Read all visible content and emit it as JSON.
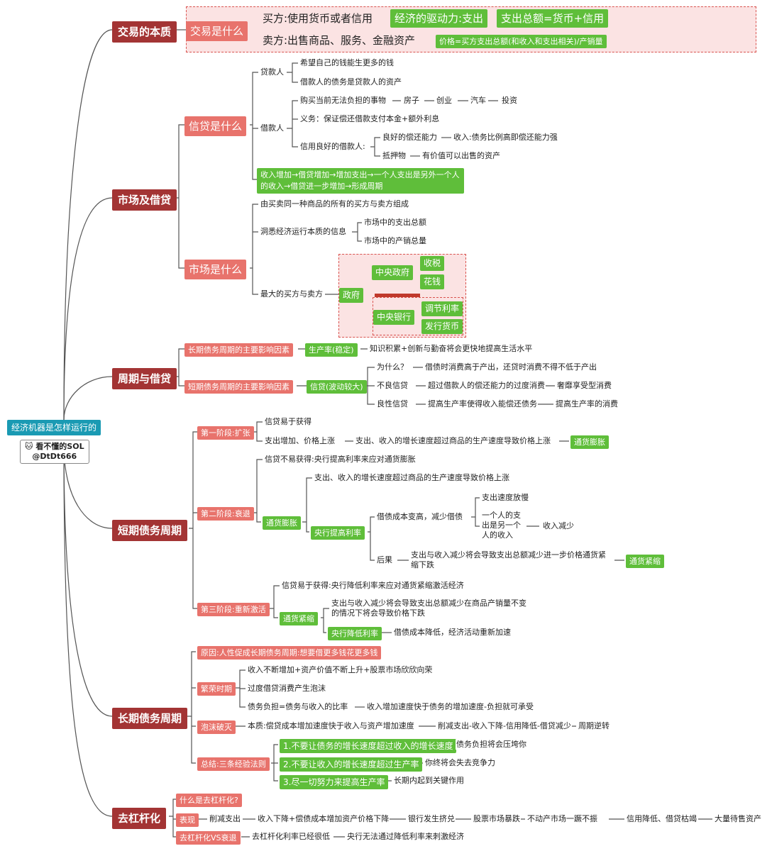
{
  "root": {
    "title": "经济机器是怎样运行的",
    "author_line1": "看不懂的SOL",
    "author_line2": "@DtDt666",
    "author_icon": "cat-icon"
  },
  "nature": {
    "title": "交易的本质",
    "what": "交易是什么",
    "buyer": "买方:使用货币或者信用",
    "driver": "经济的驱动力:支出",
    "spending_total": "支出总额=货币+信用",
    "seller": "卖方:出售商品、服务、金融资产",
    "price": "价格=买方支出总额(和收入和支出相关)/产销量"
  },
  "market_credit": {
    "title": "市场及借贷",
    "credit": {
      "title": "信贷是什么",
      "lender": "贷款人",
      "lender_1": "希望自己的钱能生更多的钱",
      "lender_2": "借款人的债务是贷款人的资产",
      "borrower": "借款人",
      "buy": "购买当前无法负担的事物",
      "buy_items": [
        "房子",
        "创业",
        "汽车",
        "投资"
      ],
      "duty": "义务：保证偿还借款支付本金+额外利息",
      "good_borrower": "信用良好的借款人:",
      "repay": "良好的偿还能力",
      "repay_detail": "收入:债务比例高即偿还能力强",
      "collateral": "抵押物",
      "collateral_detail": "有价值可以出售的资产",
      "cycle": "收入增加→借贷增加→增加支出→一个人支出是另外一个人的收入→借贷进一步增加→形成周期"
    },
    "market": {
      "title": "市场是什么",
      "m1": "由买卖同一种商品的所有的买方与卖方组成",
      "m2": "洞悉经济运行本质的信息",
      "m2a": "市场中的支出总额",
      "m2b": "市场中的产销总量",
      "m3": "最大的买方与卖方",
      "gov": "政府",
      "central_gov": "中央政府",
      "tax": "收税",
      "spend": "花钱",
      "central_bank": "中央银行",
      "rate": "调节利率",
      "issue": "发行货币"
    }
  },
  "cycle_credit": {
    "title": "周期与借贷",
    "long": "长期债务周期的主要影响因素",
    "productivity": "生产率(稳定)",
    "productivity_detail": "知识积累+创新与勤奋将会更快地提高生活水平",
    "short": "短期债务周期的主要影响因素",
    "credit_vol": "信贷(波动较大)",
    "why": "为什么？",
    "why_detail": "借债时消费高于产出，还贷时消费不得不低于产出",
    "bad": "不良信贷",
    "bad_1": "超过借款人的偿还能力的过度消费",
    "bad_2": "奢靡享受型消费",
    "good": "良性信贷",
    "good_1": "提高生产率使得收入能偿还债务",
    "good_2": "提高生产率的消费"
  },
  "short_cycle": {
    "title": "短期债务周期",
    "s1": "第一阶段:扩张",
    "s1a": "信贷易于获得",
    "s1b": "支出增加、价格上涨",
    "s1b_detail": "支出、收入的增长速度超过商品的生产速度导致价格上涨",
    "inflation": "通货膨胀",
    "s2": "第二阶段:衰退",
    "s2a": "信贷不易获得:央行提高利率来应对通货膨胀",
    "s2_inflation": "通货膨胀",
    "s2b": "支出、收入的增长速度超过商品的生产速度导致价格上涨",
    "raise": "央行提高利率",
    "cost": "借债成本变高，减少借债",
    "cost_a": "支出速度放慢",
    "cost_b1": "一个人的支",
    "cost_b2": "出是另一个",
    "cost_b3": "人的收入",
    "cost_c": "收入减少",
    "result": "后果",
    "result_1": "支出与收入减少将会导致支出总额减少进一步价格通货紧",
    "result_2": "缩下跌",
    "deflation": "通货紧缩",
    "s3": "第三阶段:重新激活",
    "s3a": "信贷易于获得:央行降低利率来应对通货紧缩激活经济",
    "s3_deflation": "通货紧缩",
    "s3b_1": "支出与收入减少将会导致支出总额减少在商品产销量不变",
    "s3b_2": "的情况下将会导致价格下跌",
    "lower": "央行降低利率",
    "lower_detail": "借债成本降低，经济活动重新加速"
  },
  "long_cycle": {
    "title": "长期债务周期",
    "cause": "原因:人性促成长期债务周期:想要借更多钱花更多钱",
    "boom": "繁荣时期",
    "boom_1": "收入不断增加+资产价值不断上升+股票市场欣欣向荣",
    "boom_2": "过度借贷消费产生泡沫",
    "boom_3": "债务负担=债务与收入的比率",
    "boom_3a": "收入增加速度快于债务的增加速度-负担就可承受",
    "burst": "泡沫破灭",
    "burst_1": "本质:偿贷成本增加速度快于收入与资产增加速度",
    "burst_2": "削减支出-收入下降-信用降低-借贷减少",
    "burst_3": "周期逆转",
    "summary": "总结:三条经验法则",
    "rule1": "1.不要让债务的增长速度超过收入的增长速度",
    "rule1a": "债务负担将会压垮你",
    "rule2": "2.不要让收入的增长速度超过生产率",
    "rule2a": "你终将会失去竞争力",
    "rule3": "3.尽一切努力来提高生产率",
    "rule3a": "长期内起到关键作用"
  },
  "deleverage": {
    "title": "去杠杆化",
    "what": "什么是去杠杆化?",
    "show": "表现",
    "show_items": [
      "削减支出",
      "收入下降+偿债成本增加资产价格下降",
      "银行发生挤兑",
      "股票市场暴跌",
      "不动产市场一蹶不振",
      "信用降低、借贷枯竭",
      "大量待售资产"
    ],
    "vs": "去杠杆化VS衰退",
    "vs_1": "去杠杆化利率已经很低",
    "vs_2": "央行无法通过降低利率来刺激经济"
  }
}
